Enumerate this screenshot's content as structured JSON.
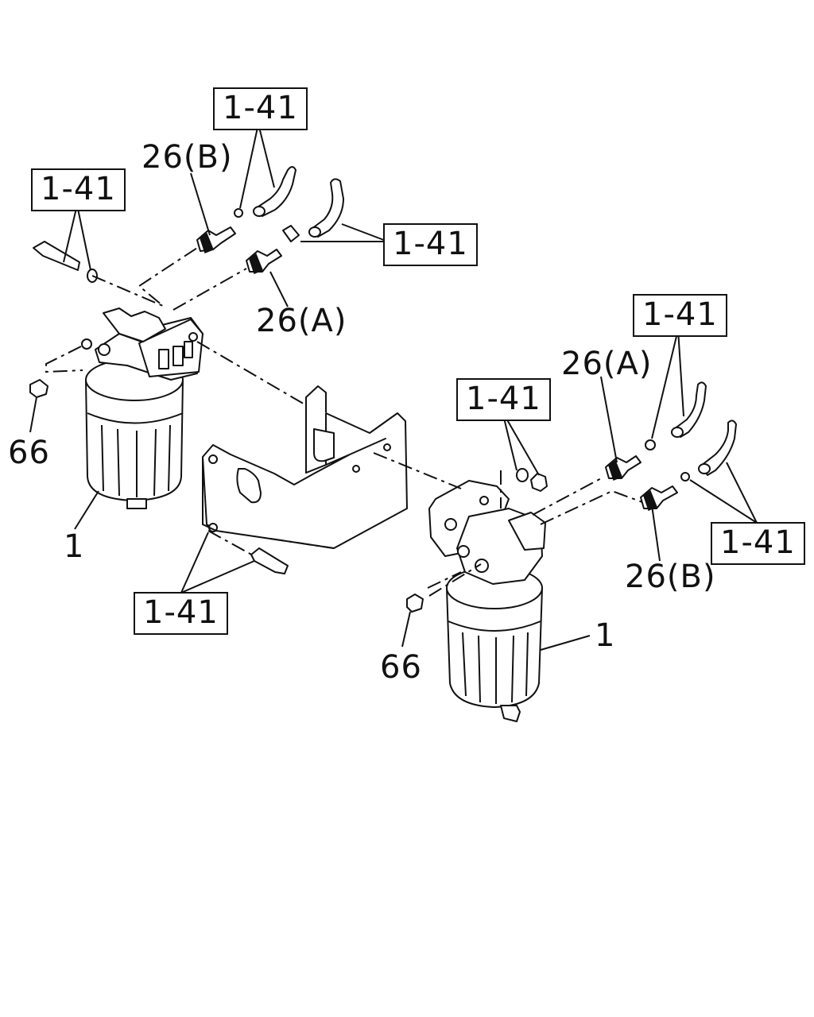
{
  "callouts": {
    "ref_1_41_top": "1-41",
    "ref_1_41_left": "1-41",
    "ref_1_41_mid": "1-41",
    "ref_1_41_right_top": "1-41",
    "ref_1_41_center": "1-41",
    "ref_1_41_right": "1-41",
    "ref_1_41_bottom": "1-41",
    "part_26b_left": "26(B)",
    "part_26a_left": "26(A)",
    "part_26a_right": "26(A)",
    "part_26b_right": "26(B)",
    "part_66_left": "66",
    "part_66_right": "66",
    "part_1_left": "1",
    "part_1_right": "1"
  },
  "colors": {
    "ink": "#111111",
    "paper": "#ffffff"
  }
}
